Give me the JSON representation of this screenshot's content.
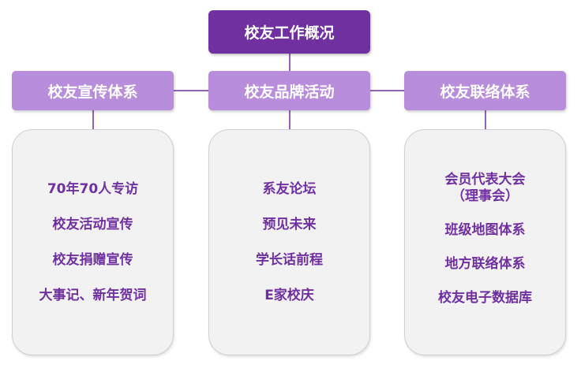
{
  "root": {
    "title": "校友工作概况"
  },
  "branches": [
    {
      "title": "校友宣传体系",
      "items": [
        "70年70人专访",
        "校友活动宣传",
        "校友捐赠宣传",
        "大事记、新年贺词"
      ]
    },
    {
      "title": "校友品牌活动",
      "items": [
        "系友论坛",
        "预见未来",
        "学长话前程",
        "E家校庆"
      ]
    },
    {
      "title": "校友联络体系",
      "items": [
        "会员代表大会",
        "（理事会）",
        "班级地图体系",
        "地方联络体系",
        "校友电子数据库"
      ]
    }
  ],
  "colors": {
    "root_fill": "#7030A0",
    "branch_fill": "#B88DDB",
    "panel_fill": "#F2F2F2",
    "item_text": "#7030A0",
    "connector": "#7030A0"
  }
}
